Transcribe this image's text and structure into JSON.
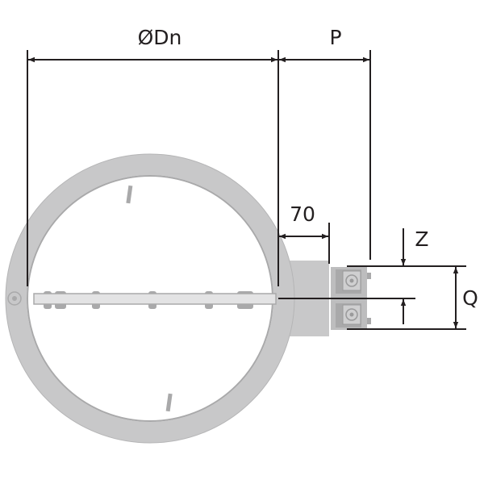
{
  "labels": {
    "diameter": "ØDn",
    "p": "P",
    "offset": "70",
    "z": "Z",
    "q": "Q"
  },
  "colors": {
    "body": "#c8c8c9",
    "body_dark": "#a9a9aa",
    "blade": "#e3e3e4",
    "line": "#231f20"
  }
}
